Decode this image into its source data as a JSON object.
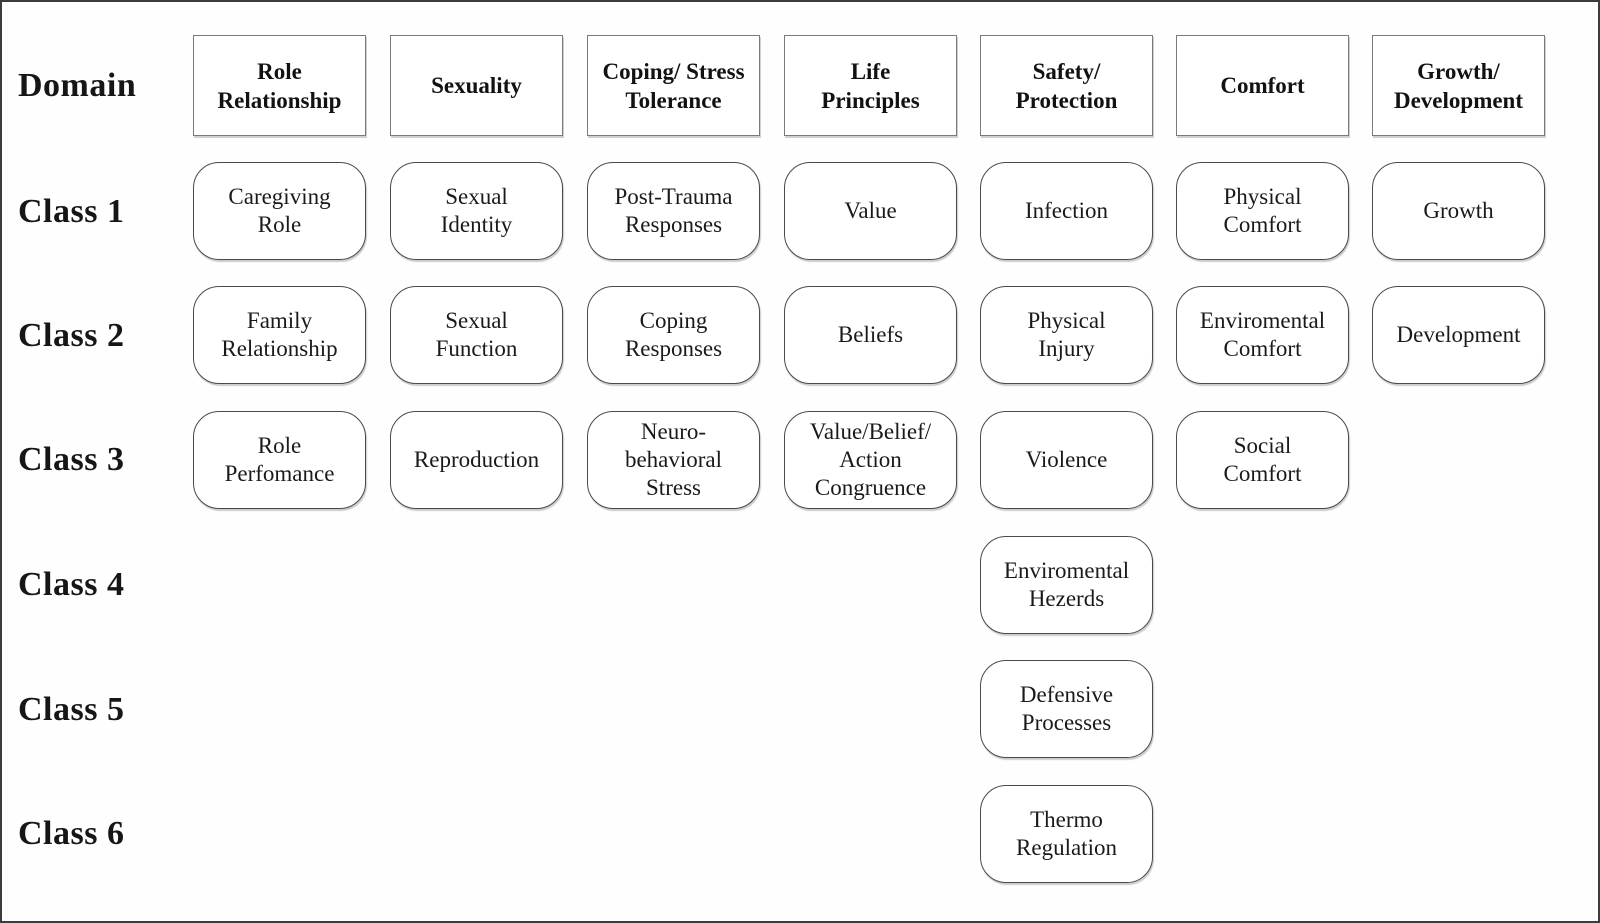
{
  "diagram": {
    "row_labels": [
      "Domain",
      "Class 1",
      "Class 2",
      "Class 3",
      "Class 4",
      "Class 5",
      "Class 6"
    ],
    "domain_headers": [
      "Role\nRelationship",
      "Sexuality",
      "Coping/ Stress\nTolerance",
      "Life\nPrinciples",
      "Safety/\nProtection",
      "Comfort",
      "Growth/\nDevelopment"
    ],
    "class_rows": [
      [
        "Caregiving\nRole",
        "Sexual\nIdentity",
        "Post-Trauma\nResponses",
        "Value",
        "Infection",
        "Physical\nComfort",
        "Growth"
      ],
      [
        "Family\nRelationship",
        "Sexual\nFunction",
        "Coping\nResponses",
        "Beliefs",
        "Physical\nInjury",
        "Enviromental\nComfort",
        "Development"
      ],
      [
        "Role\nPerfomance",
        "Reproduction",
        "Neuro-\nbehavioral\nStress",
        "Value/Belief/\nAction\nCongruence",
        "Violence",
        "Social\nComfort",
        null
      ],
      [
        null,
        null,
        null,
        null,
        "Enviromental\nHezerds",
        null,
        null
      ],
      [
        null,
        null,
        null,
        null,
        "Defensive\nProcesses",
        null,
        null
      ],
      [
        null,
        null,
        null,
        null,
        "Thermo\nRegulation",
        null,
        null
      ]
    ]
  }
}
